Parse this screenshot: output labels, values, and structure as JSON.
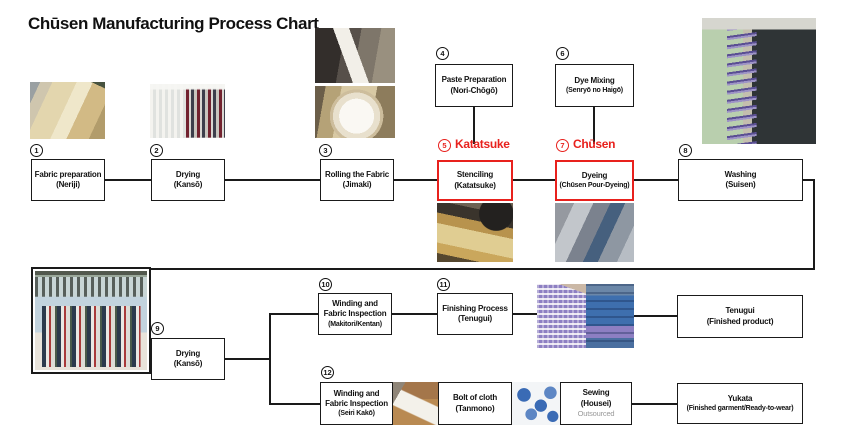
{
  "title": "Chūsen Manufacturing Process Chart",
  "colors": {
    "accent_red": "#e8211d",
    "line_black": "#1a1a1a",
    "outsourced_gray": "#9a9a9a"
  },
  "steps": {
    "s1": {
      "num": "1",
      "title": "Fabric preparation",
      "sub": "(Neriji)"
    },
    "s2": {
      "num": "2",
      "title": "Drying",
      "sub": "(Kansō)"
    },
    "s3": {
      "num": "3",
      "title": "Rolling the Fabric",
      "sub": "(Jimaki)"
    },
    "s4": {
      "num": "4",
      "title": "Paste Preparation",
      "sub": "(Nori-Chōgō)"
    },
    "s5": {
      "num": "5",
      "label": "Katatsuke",
      "title": "Stenciling",
      "sub": "(Katatsuke)"
    },
    "s6": {
      "num": "6",
      "title": "Dye Mixing",
      "sub": "(Senryō no Haigō)"
    },
    "s7": {
      "num": "7",
      "label": "Chūsen",
      "title": "Dyeing",
      "sub": "(Chūsen Pour-Dyeing)"
    },
    "s8": {
      "num": "8",
      "title": "Washing",
      "sub": "(Suisen)"
    },
    "s9": {
      "num": "9",
      "title": "Drying",
      "sub": "(Kansō)"
    },
    "s10": {
      "num": "10",
      "title1": "Winding and",
      "title2": "Fabric Inspection",
      "sub": "(Makitori/Kentan)"
    },
    "s11": {
      "num": "11",
      "title": "Finishing Process",
      "sub": "(Tenugui)"
    },
    "s12": {
      "num": "12",
      "title1": "Winding and",
      "title2": "Fabric Inspection",
      "sub": "(Seiri Kakō)"
    }
  },
  "products": {
    "tenugui": {
      "title": "Tenugui",
      "sub": "(Finished product)"
    },
    "bolt": {
      "title": "Bolt of cloth",
      "sub": "(Tanmono)"
    },
    "sewing": {
      "title": "Sewing",
      "sub": "(Housei)",
      "note": "Outsourced"
    },
    "yukata": {
      "title": "Yukata",
      "sub": "(Finished garment/Ready-to-wear)"
    }
  },
  "photos": {
    "fabric_soaking": "fabric soaking in vat",
    "hanging_drying": "fabric strips hanging to dry",
    "winding_machine": "worker at winding machine",
    "fabric_roll": "rolled white fabric end",
    "stenciling": "paste applied through stencil frame",
    "dye_pouring": "dye poured over folded fabric",
    "washing_trough": "patterned fabric washing in long trough",
    "outdoor_drying": "dyed fabric strips drying outdoors",
    "tenugui_rack": "folded tenugui on tilted rack",
    "folding_machine": "blue cloth folding machine",
    "inspection_table": "fabric inspection at work table",
    "pattern_cloth": "white cloth with blue pattern"
  }
}
